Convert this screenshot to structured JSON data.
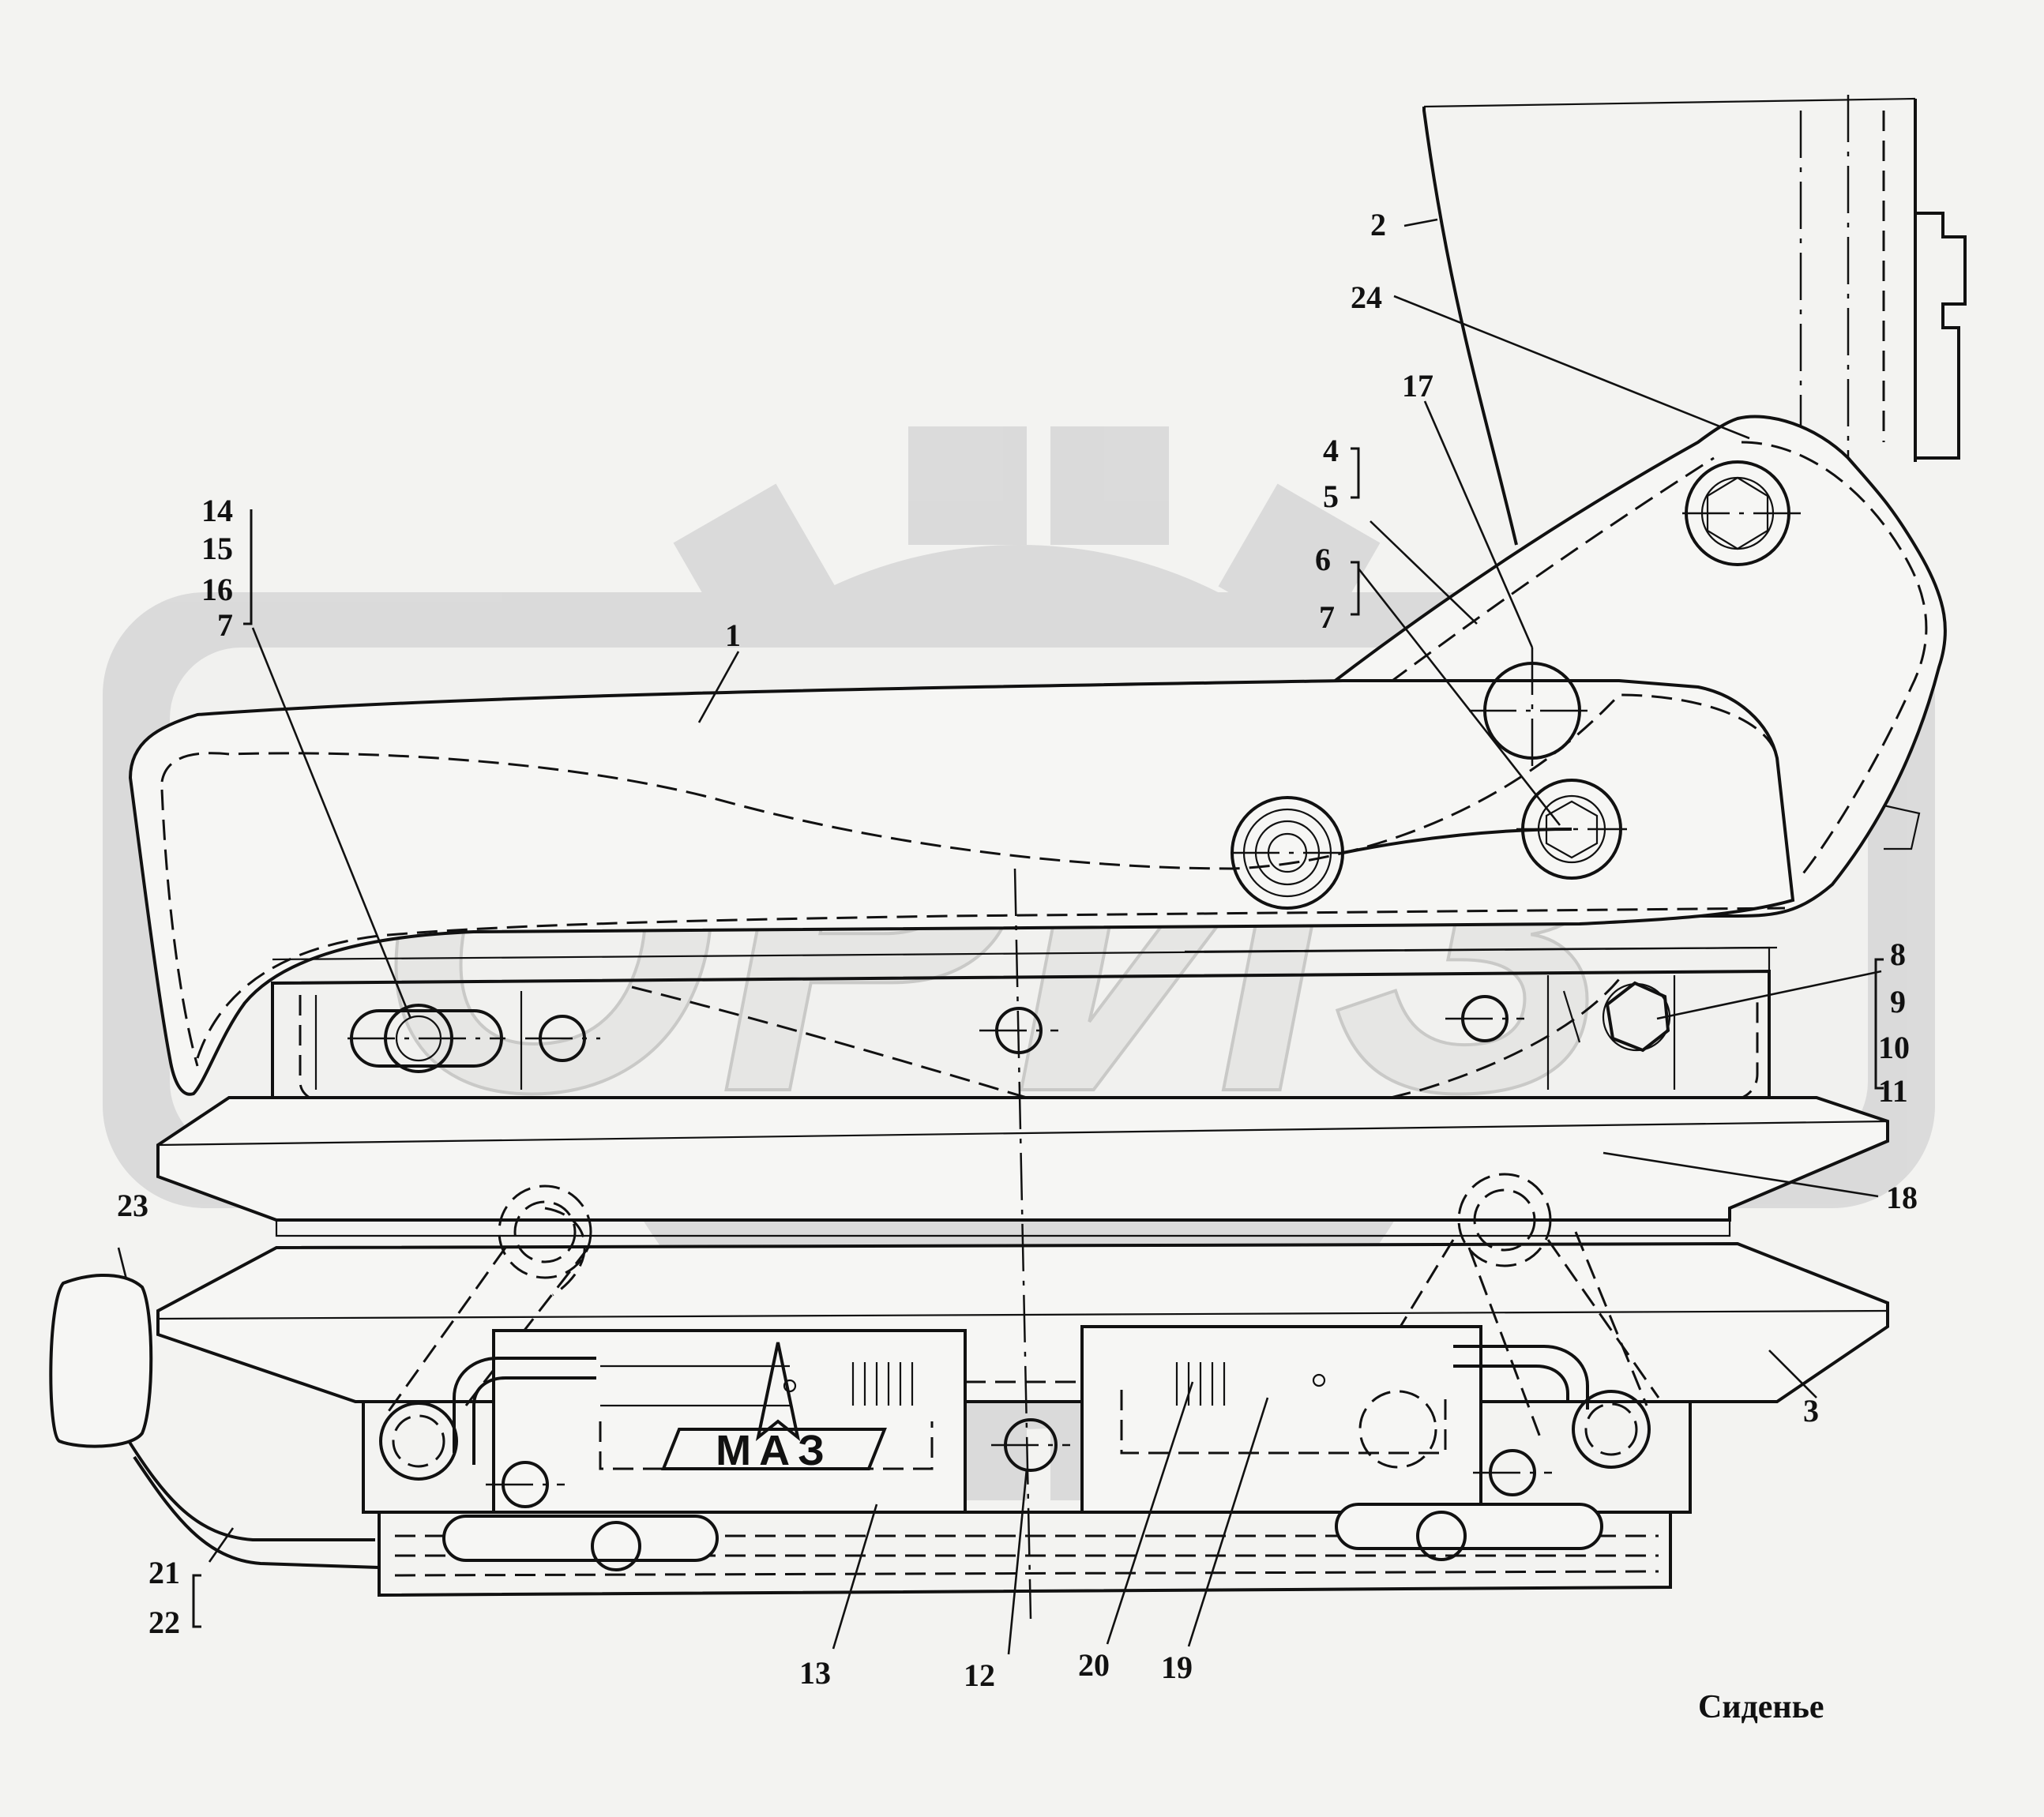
{
  "caption": "Сиденье",
  "watermark": {
    "text": "ОРИЗ",
    "color": "#d9d9d9"
  },
  "logo_text": "МАЗ",
  "callouts": [
    {
      "id": "c1",
      "text": "1"
    },
    {
      "id": "c2",
      "text": "2"
    },
    {
      "id": "c3",
      "text": "3"
    },
    {
      "id": "c4",
      "text": "4"
    },
    {
      "id": "c5",
      "text": "5"
    },
    {
      "id": "c6",
      "text": "6"
    },
    {
      "id": "c7a",
      "text": "7"
    },
    {
      "id": "c7b",
      "text": "7"
    },
    {
      "id": "c8",
      "text": "8"
    },
    {
      "id": "c9",
      "text": "9"
    },
    {
      "id": "c10",
      "text": "10"
    },
    {
      "id": "c11",
      "text": "11"
    },
    {
      "id": "c12",
      "text": "12"
    },
    {
      "id": "c13",
      "text": "13"
    },
    {
      "id": "c14",
      "text": "14"
    },
    {
      "id": "c15",
      "text": "15"
    },
    {
      "id": "c16",
      "text": "16"
    },
    {
      "id": "c17",
      "text": "17"
    },
    {
      "id": "c18",
      "text": "18"
    },
    {
      "id": "c19",
      "text": "19"
    },
    {
      "id": "c20",
      "text": "20"
    },
    {
      "id": "c21",
      "text": "21"
    },
    {
      "id": "c22",
      "text": "22"
    },
    {
      "id": "c23",
      "text": "23"
    },
    {
      "id": "c24",
      "text": "24"
    }
  ]
}
